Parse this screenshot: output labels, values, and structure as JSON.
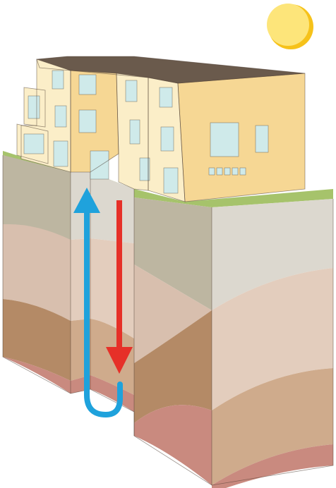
{
  "diagram": {
    "type": "geothermal-borehole-cross-section",
    "colors": {
      "sky": "#ffffff",
      "sun": "#fde57a",
      "sun_rim": "#f6c21a",
      "grass": "#a6c36b",
      "soil_top": "#bdb6a1",
      "soil_top_light": "#dcd8cf",
      "clay_layer": "#d8bfae",
      "clay_layer_light": "#e3cdbd",
      "sand_layer": "#b48a66",
      "sand_layer_light": "#cfab8c",
      "bedrock": "#c98a7f",
      "building_wall": "#f6d794",
      "building_wall_light": "#fbeec8",
      "building_shadow": "#e8c07a",
      "roof": "#6a5a4c",
      "window_glass": "#cfeaea",
      "outline": "#4a3a30",
      "cold_pipe": "#1fa2dc",
      "hot_pipe": "#e63028"
    },
    "flows": [
      {
        "name": "cold-return",
        "direction": "up",
        "color_key": "cold_pipe"
      },
      {
        "name": "hot-supply",
        "direction": "down",
        "color_key": "hot_pipe"
      }
    ],
    "layers": [
      "soil_top",
      "clay_layer",
      "sand_layer",
      "bedrock"
    ]
  }
}
